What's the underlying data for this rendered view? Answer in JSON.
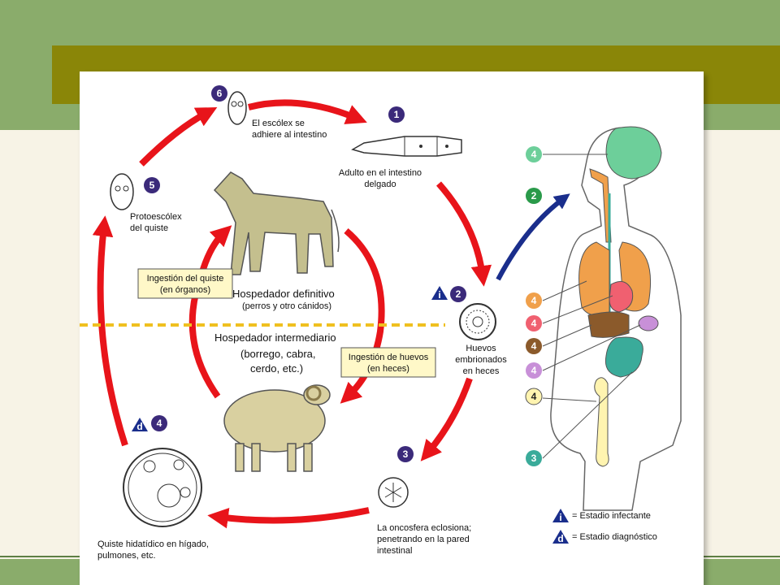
{
  "steps": {
    "s1": {
      "num": "1",
      "line1": "Adulto en el intestino",
      "line2": "delgado"
    },
    "s2": {
      "num": "2",
      "line1": "Huevos",
      "line2": "embrionados",
      "line3": "en heces"
    },
    "s3": {
      "num": "3",
      "line1": "La oncosfera eclosiona;",
      "line2": "penetrando en la pared",
      "line3": "intestinal"
    },
    "s4": {
      "num": "4",
      "line1": "Quiste hidatídico en hígado,",
      "line2": "pulmones, etc."
    },
    "s5": {
      "num": "5",
      "line1": "Protoescólex",
      "line2": "del quiste"
    },
    "s6": {
      "num": "6",
      "line1": "El escólex se",
      "line2": "adhiere al intestino"
    }
  },
  "hosts": {
    "definitive": {
      "title": "Hospedador definitivo",
      "sub": "(perros y otro cánidos)"
    },
    "intermediate": {
      "title": "Hospedador intermediario",
      "sub1": "(borrego, cabra,",
      "sub2": "cerdo, etc.)"
    }
  },
  "boxes": {
    "cyst": {
      "line1": "Ingestión del quiste",
      "line2": "(en órganos)"
    },
    "eggs": {
      "line1": "Ingestión de huevos",
      "line2": "(en heces)"
    }
  },
  "badges": {
    "infective": "i",
    "diagnostic": "d"
  },
  "human": {
    "brain": "4",
    "route": "2",
    "lung": "4",
    "heart": "4",
    "liver": "4",
    "spleen": "4",
    "bone": "4",
    "intestine": "3"
  },
  "legend": {
    "infective_mark": "i",
    "infective_text": "= Estadio infectante",
    "diagnostic_mark": "d",
    "diagnostic_text": "= Estadio diagnóstico"
  },
  "colors": {
    "background": "#f7f3e6",
    "green_band": "#8aac6b",
    "olive_band": "#8a8608",
    "cycle_arrow": "#e8141a",
    "human_arrow": "#1a2e8c",
    "step_circle": "#3b2a7a",
    "organ_lung": "#f0a04b",
    "organ_brain": "#6dcf9a",
    "organ_liver": "#8b5a2b",
    "organ_heart": "#f06070",
    "organ_spleen": "#c890d8",
    "organ_intestine": "#3aab9a",
    "bone": "#fff4b0",
    "dog": "#c4bf8e",
    "sheep": "#d9d0a0",
    "host_box": "#fff8c8"
  }
}
